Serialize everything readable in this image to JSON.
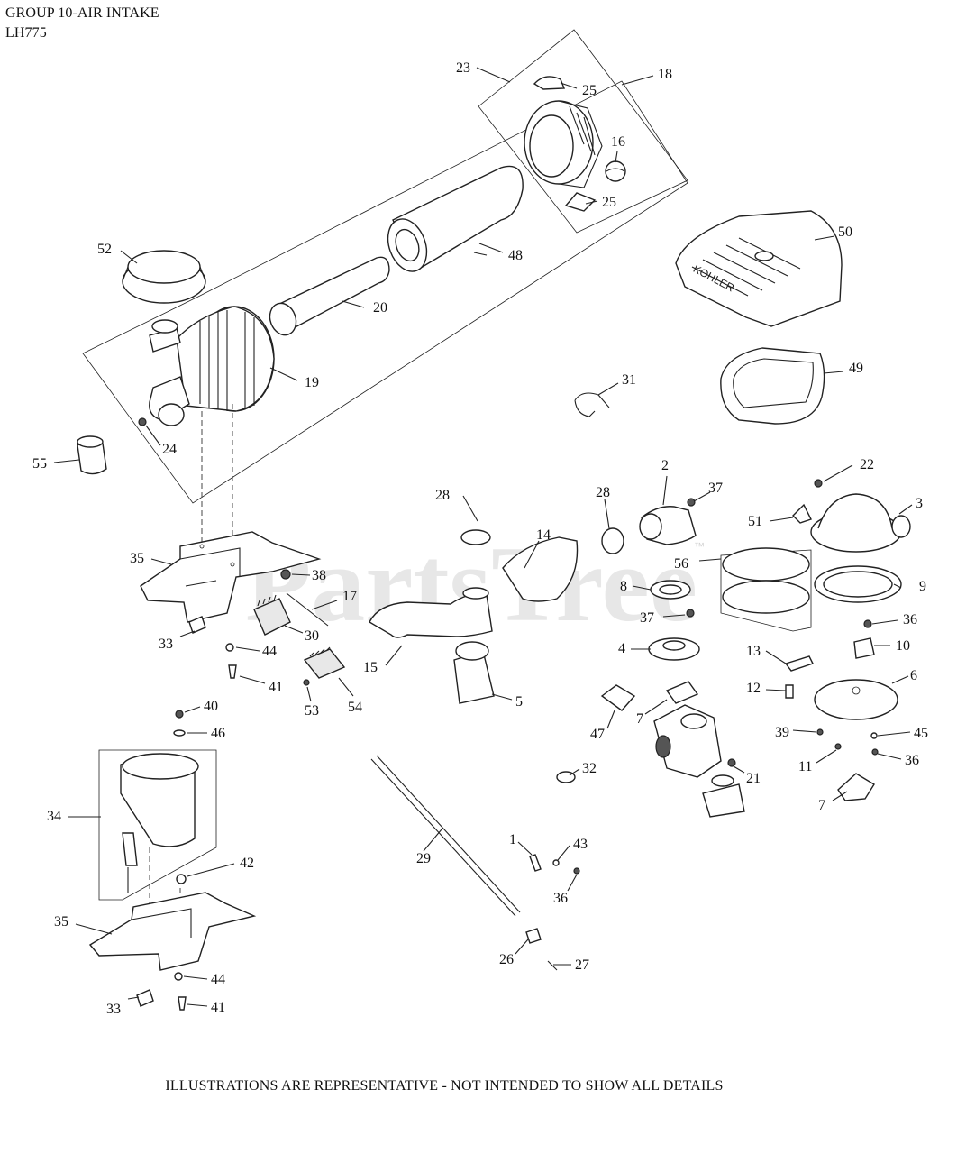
{
  "header": {
    "group_title": "GROUP 10-AIR INTAKE",
    "model": "LH775"
  },
  "footer": {
    "note": "ILLUSTRATIONS ARE REPRESENTATIVE - NOT INTENDED TO SHOW ALL DETAILS"
  },
  "watermark": {
    "brand": "PartsTree",
    "tm": "™"
  },
  "part_logo_text": "KOHLER",
  "callouts": [
    "1",
    "2",
    "3",
    "4",
    "5",
    "6",
    "7",
    "8",
    "9",
    "10",
    "11",
    "12",
    "13",
    "14",
    "15",
    "16",
    "17",
    "18",
    "19",
    "20",
    "21",
    "22",
    "23",
    "24",
    "25",
    "26",
    "27",
    "28",
    "29",
    "30",
    "31",
    "32",
    "33",
    "34",
    "35",
    "36",
    "37",
    "38",
    "39",
    "40",
    "41",
    "42",
    "43",
    "44",
    "45",
    "46",
    "47",
    "48",
    "49",
    "50",
    "51",
    "52",
    "53",
    "54",
    "55",
    "56"
  ],
  "colors": {
    "line": "#222222",
    "background": "#ffffff",
    "watermark": "#000000"
  }
}
